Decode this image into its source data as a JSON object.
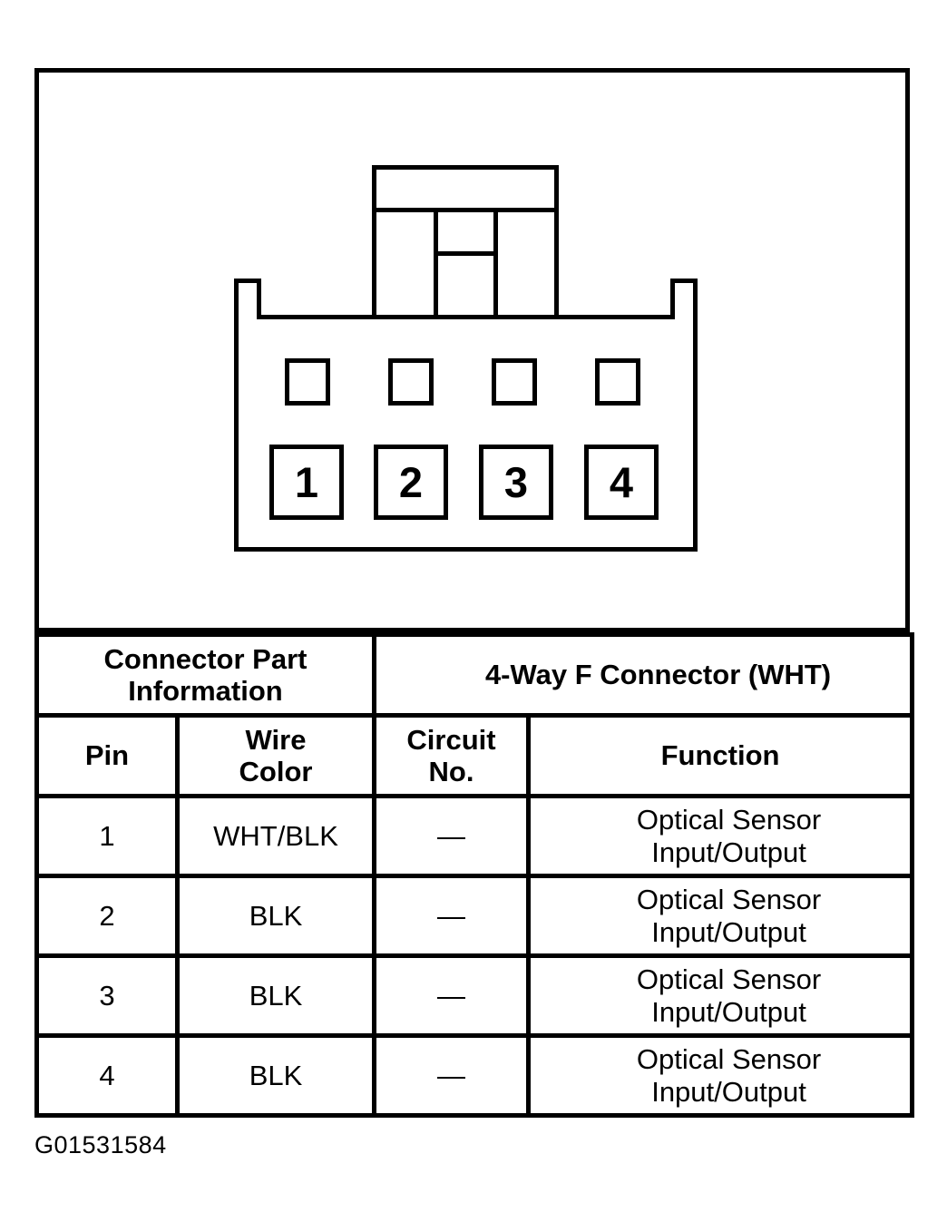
{
  "colors": {
    "ink": "#000000",
    "paper": "#ffffff"
  },
  "connector": {
    "pin_numbers": [
      "1",
      "2",
      "3",
      "4"
    ]
  },
  "table": {
    "part_info_header": "Connector Part\nInformation",
    "connector_name_header": "4-Way F Connector (WHT)",
    "col_headers": {
      "pin": "Pin",
      "wire_color": "Wire\nColor",
      "circuit_no": "Circuit\nNo.",
      "function": "Function"
    },
    "rows": [
      {
        "pin": "1",
        "wire_color": "WHT/BLK",
        "circuit_no": "—",
        "function": "Optical Sensor\nInput/Output"
      },
      {
        "pin": "2",
        "wire_color": "BLK",
        "circuit_no": "—",
        "function": "Optical Sensor\nInput/Output"
      },
      {
        "pin": "3",
        "wire_color": "BLK",
        "circuit_no": "—",
        "function": "Optical Sensor\nInput/Output"
      },
      {
        "pin": "4",
        "wire_color": "BLK",
        "circuit_no": "—",
        "function": "Optical Sensor\nInput/Output"
      }
    ]
  },
  "caption": "G01531584"
}
